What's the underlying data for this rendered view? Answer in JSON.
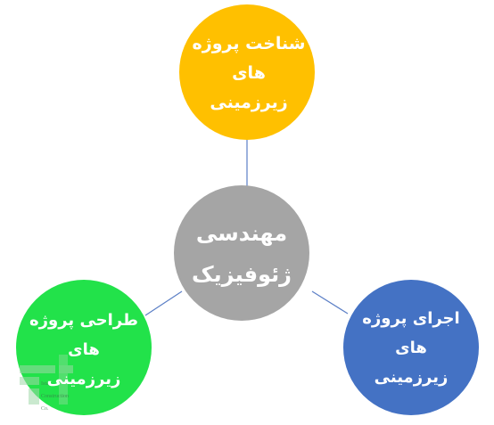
{
  "nodes": {
    "top": {
      "lines": [
        "شناخت پروژه",
        "های",
        "زیرزمینی"
      ],
      "color": "#FFC000"
    },
    "center": {
      "lines": [
        "مهندسی",
        "ژئوفیزیک"
      ],
      "color": "#A5A5A5"
    },
    "left": {
      "lines": [
        "طراحی پروژه",
        "های",
        "زیرزمینی"
      ],
      "color": "#22E24A"
    },
    "right": {
      "lines": [
        "اجرای پروژه",
        "های",
        "زیرزمینی"
      ],
      "color": "#4472C4"
    }
  },
  "connector_color": "#5B7FC6",
  "watermark": {
    "lines": [
      "Istan",
      "Construction",
      "Co."
    ],
    "color": "#6FAF7F"
  }
}
